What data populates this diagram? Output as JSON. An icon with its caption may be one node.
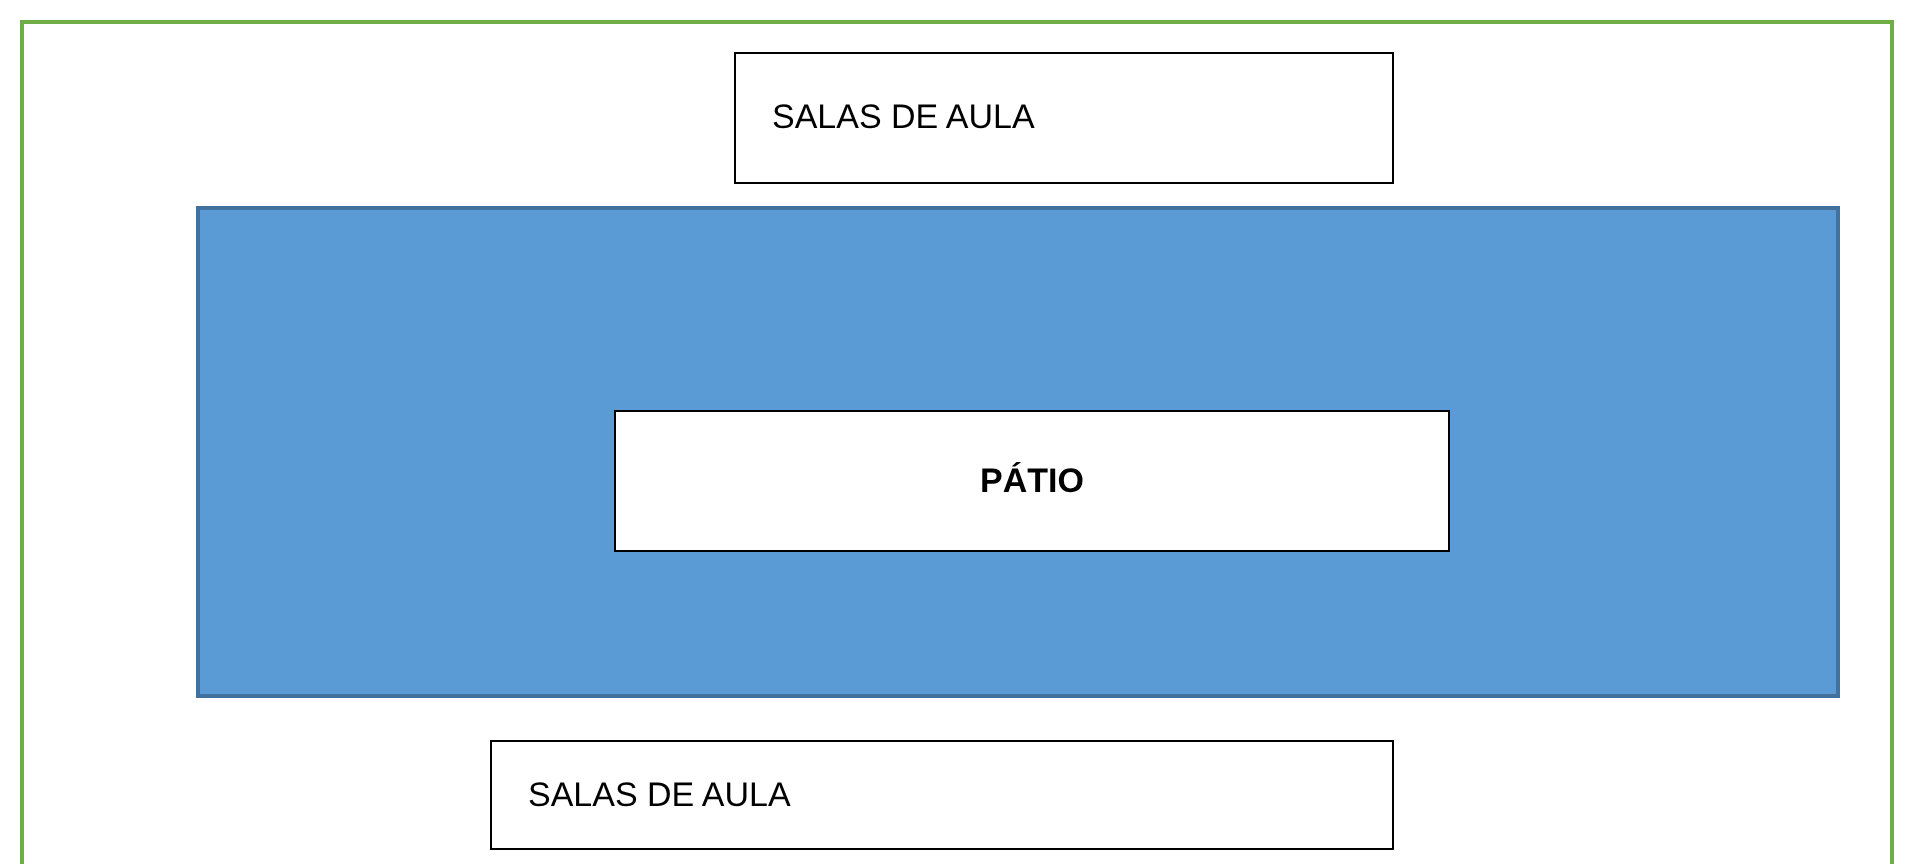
{
  "diagram": {
    "nodes": [
      {
        "text": [
          "SALAS DE AULA"
        ]
      },
      {
        "text": [],
        "shape": "box"
      },
      {
        "text": [
          "PÁTIO"
        ],
        "in": 1
      },
      {
        "text": [
          "SALAS DE AULA"
        ]
      }
    ]
  }
}
